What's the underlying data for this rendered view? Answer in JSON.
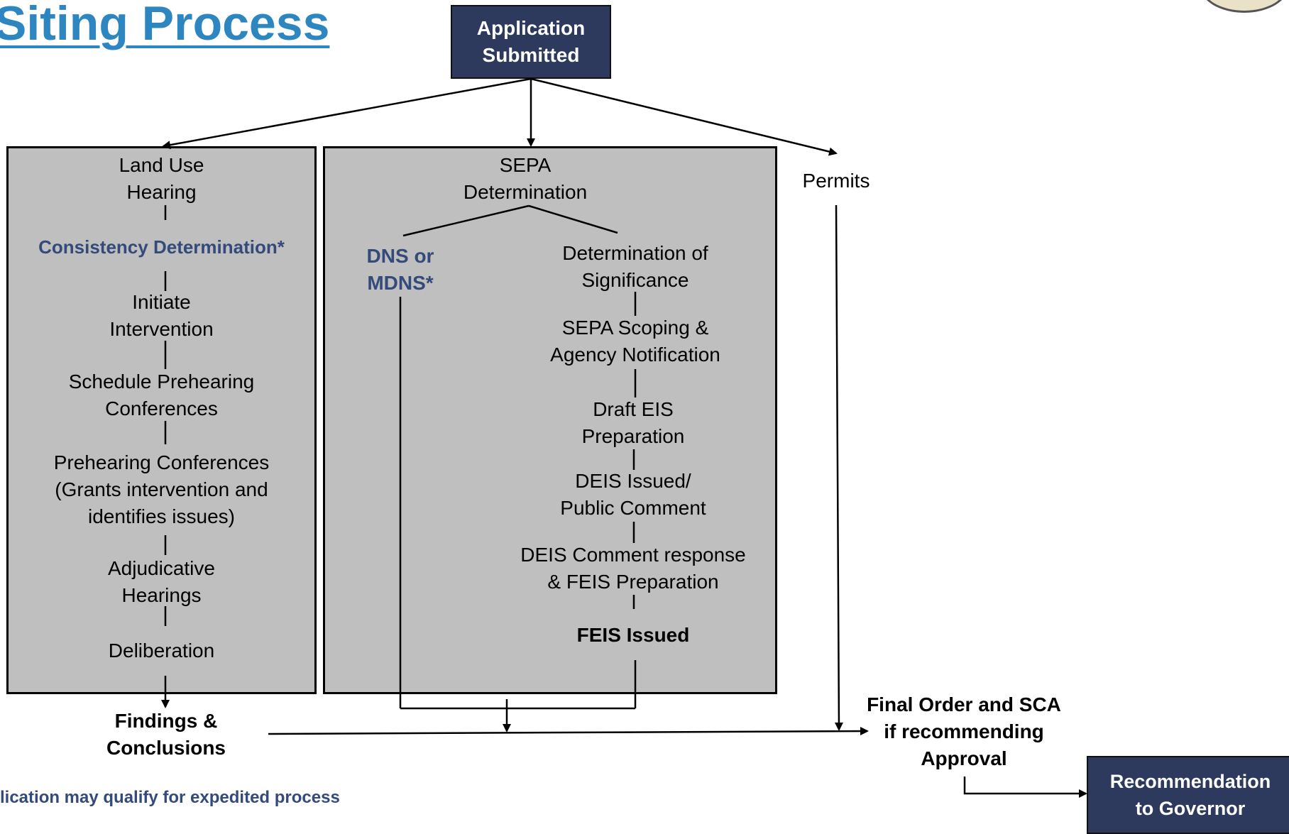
{
  "title": "Siting Process",
  "top_box": "Application\nSubmitted",
  "land_use": {
    "heading": "Land Use\nHearing",
    "consistency": "Consistency Determination*",
    "initiate": "Initiate\nIntervention",
    "schedule": "Schedule Prehearing\nConferences",
    "prehearing": "Prehearing Conferences\n(Grants intervention and\nidentifies issues)",
    "adjudicative": "Adjudicative\nHearings",
    "deliberation": "Deliberation"
  },
  "sepa": {
    "heading": "SEPA\nDetermination",
    "dns": "DNS or\nMDNS*",
    "ds": "Determination of\nSignificance",
    "scoping": "SEPA Scoping &\nAgency Notification",
    "draft": "Draft EIS\nPreparation",
    "deis": "DEIS Issued/\nPublic Comment",
    "response": "DEIS Comment response\n& FEIS Preparation",
    "feis": "FEIS Issued"
  },
  "permits": "Permits",
  "findings": "Findings &\nConclusions",
  "final_order": "Final Order and SCA\nif recommending\nApproval",
  "recommendation": "Recommendation\nto Governor",
  "footnote": "lication may qualify for expedited process",
  "colors": {
    "title": "#2e86c1",
    "navy_box": "#2d3a5e",
    "panel": "#bfbfbf",
    "accent_text": "#344a7a"
  }
}
